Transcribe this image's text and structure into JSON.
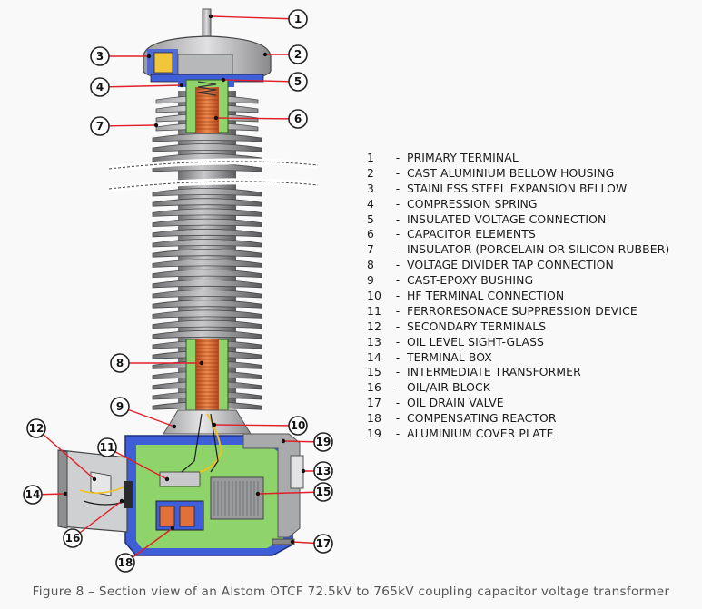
{
  "legend": [
    {
      "num": "1",
      "text": "PRIMARY TERMINAL"
    },
    {
      "num": "2",
      "text": "CAST ALUMINIUM BELLOW HOUSING"
    },
    {
      "num": "3",
      "text": "STAINLESS STEEL EXPANSION BELLOW"
    },
    {
      "num": "4",
      "text": "COMPRESSION SPRING"
    },
    {
      "num": "5",
      "text": "INSULATED VOLTAGE CONNECTION"
    },
    {
      "num": "6",
      "text": "CAPACITOR ELEMENTS"
    },
    {
      "num": "7",
      "text": "INSULATOR (PORCELAIN OR SILICON RUBBER)"
    },
    {
      "num": "8",
      "text": "VOLTAGE DIVIDER TAP CONNECTION"
    },
    {
      "num": "9",
      "text": "CAST-EPOXY BUSHING"
    },
    {
      "num": "10",
      "text": "HF TERMINAL CONNECTION"
    },
    {
      "num": "11",
      "text": "FERRORESONACE SUPPRESSION DEVICE"
    },
    {
      "num": "12",
      "text": "SECONDARY TERMINALS"
    },
    {
      "num": "13",
      "text": "OIL LEVEL SIGHT-GLASS"
    },
    {
      "num": "14",
      "text": "TERMINAL BOX"
    },
    {
      "num": "15",
      "text": "INTERMEDIATE TRANSFORMER"
    },
    {
      "num": "16",
      "text": "OIL/AIR BLOCK"
    },
    {
      "num": "17",
      "text": "OIL DRAIN VALVE"
    },
    {
      "num": "18",
      "text": "COMPENSATING REACTOR"
    },
    {
      "num": "19",
      "text": "ALUMINIUM COVER PLATE"
    }
  ],
  "caption": "Figure 8 – Section view of an Alstom OTCF 72.5kV to 765kV coupling capacitor voltage transformer",
  "colors": {
    "callout_line": "#e0202a",
    "insulator_gray": "#8e8e90",
    "capacitor_orange": "#e2703a",
    "oil_green": "#8fd36b",
    "housing_blue": "#3f5fd8"
  }
}
